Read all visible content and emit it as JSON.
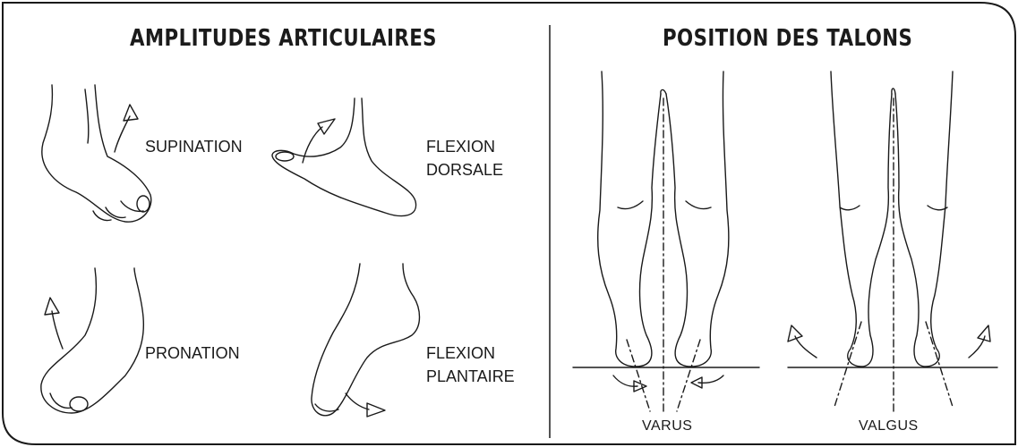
{
  "left_panel": {
    "title": "AMPLITUDES ARTICULAIRES",
    "labels": {
      "supination": "SUPINATION",
      "flexion_dorsale": [
        "FLEXION",
        "DORSALE"
      ],
      "pronation": "PRONATION",
      "flexion_plantaire": [
        "FLEXION",
        "PLANTAIRE"
      ]
    }
  },
  "right_panel": {
    "title": "POSITION DES TALONS",
    "captions": {
      "varus": "VARUS",
      "valgus": "VALGUS"
    }
  },
  "colors": {
    "ink": "#1a1a1a",
    "background": "#ffffff"
  }
}
